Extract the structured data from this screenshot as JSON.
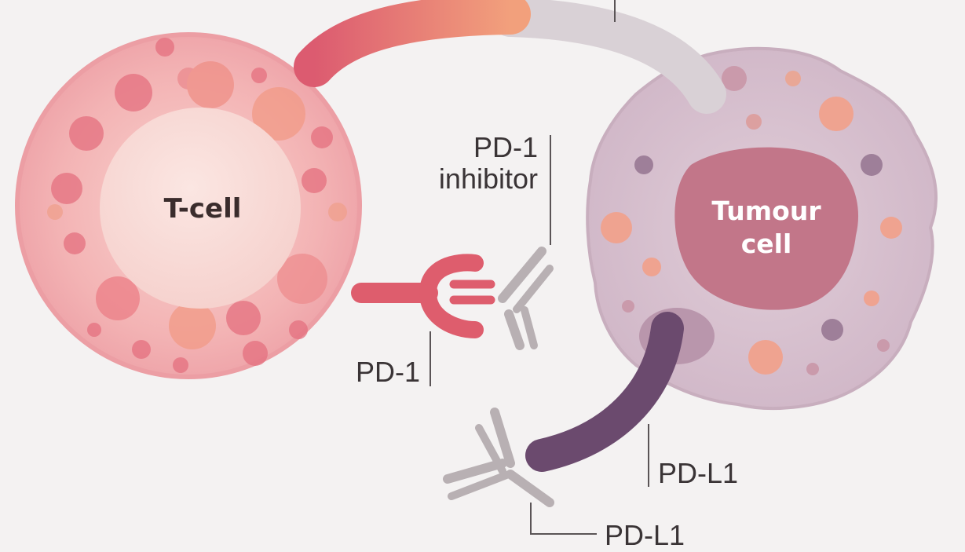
{
  "labels": {
    "t_cell": "T-cell",
    "tumour_line1": "Tumour",
    "tumour_line2": "cell",
    "pd1_inhibitor_line1": "PD-1",
    "pd1_inhibitor_line2": "inhibitor",
    "pd1": "PD-1",
    "pdl1_receptor": "PD-L1",
    "pdl1_inhibitor": "PD-L1"
  },
  "colors": {
    "background": "#f4f2f2",
    "t_cell_body": "#f3b5b5",
    "t_cell_nucleus": "#f9dedb",
    "t_cell_granule": "#e5707f",
    "tumour_body": "#d9c4d1",
    "tumour_nucleus": "#c27689",
    "pd1_receptor": "#de5d6d",
    "pdl1_receptor": "#6b4a6e",
    "antibody": "#b8b0b3",
    "label_text": "#3a3436",
    "leader_line": "#5a5456"
  }
}
